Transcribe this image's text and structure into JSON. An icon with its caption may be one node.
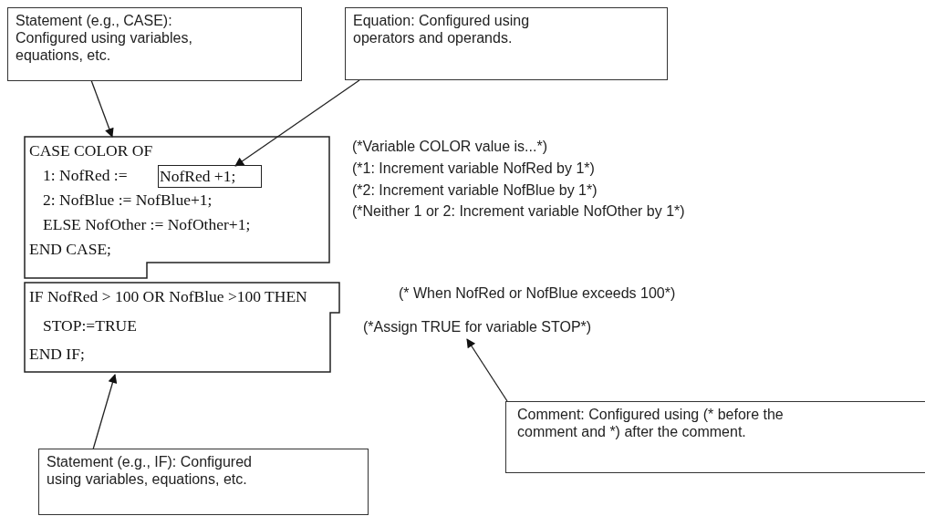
{
  "diagram": {
    "nodes": [
      {
        "text": [
          "Statement (e.g., CASE): Configured using variables, equations, etc."
        ]
      },
      {
        "text": [
          "Equation: Configured using operators and operands."
        ]
      },
      {
        "text": [
          "CASE COLOR OF",
          "1: NofRed :=",
          "2: NofBlue := NofBlue+1;",
          "ELSE NofOther := NofOther+1;",
          "END CASE;"
        ]
      },
      {
        "text": [
          "NofRed +1;"
        ],
        "in": 2
      },
      {
        "text": [
          "IF NofRed > 100 OR NofBlue >100 THEN",
          "STOP:=TRUE",
          "END IF;"
        ]
      },
      {
        "text": [
          "Statement (e.g., IF): Configured using variables, equations, etc."
        ]
      },
      {
        "text": [
          "Comment: Configured using (* before the comment and *) after the comment."
        ]
      },
      {
        "text": [
          "(*Assign TRUE for variable STOP*)"
        ]
      }
    ],
    "edges": [
      {
        "from": 0,
        "to": 2,
        "arrow": "to"
      },
      {
        "from": 1,
        "to": 3,
        "arrow": "to"
      },
      {
        "from": 5,
        "to": 4,
        "arrow": "to"
      },
      {
        "from": 6,
        "to": 7,
        "arrow": "to"
      }
    ],
    "labels": [
      "(*Variable COLOR value is...*)",
      "(*1: Increment variable NofRed by 1*)",
      "(*2: Increment variable NofBlue by 1*)",
      "(*Neither 1 or 2: Increment variable NofOther by 1*)",
      "(* When NofRed or NofBlue exceeds 100*)"
    ]
  }
}
